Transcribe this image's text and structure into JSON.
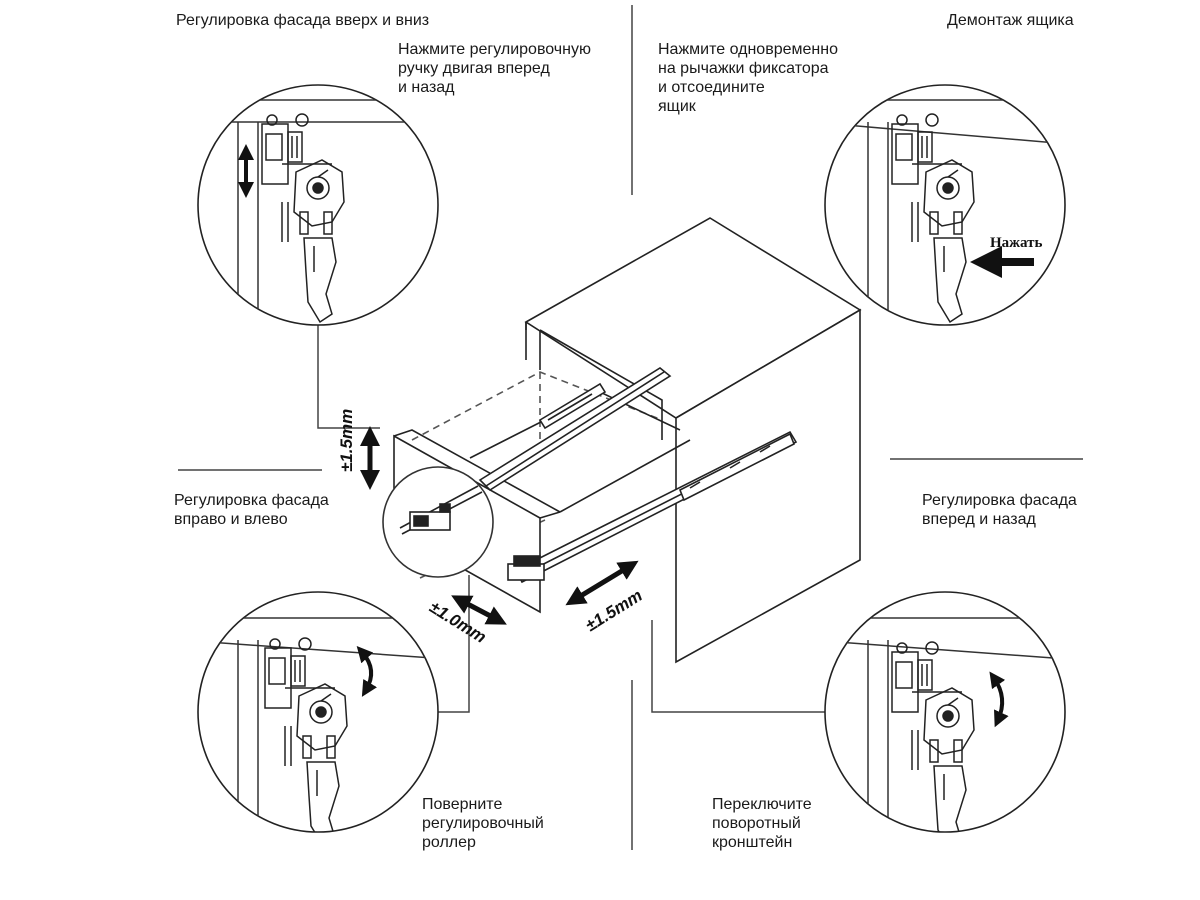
{
  "diagram": {
    "top_left": {
      "title": "Регулировка фасада вверх и вниз",
      "instruction": "Нажмите регулировочную\nручку двигая вперед\nи назад",
      "dimension": "±1.5mm"
    },
    "top_right": {
      "title": "Демонтаж ящика",
      "instruction": "Нажмите одновременно\nна рычажки фиксатора\nи отсоедините\nящик",
      "push_label": "Нажать"
    },
    "bottom_left": {
      "title": "Регулировка фасада\nвправо и влево",
      "instruction": "Поверните\nрегулировочный\nроллер",
      "dimension": "±1.0mm"
    },
    "bottom_right": {
      "title": "Регулировка фасада\nвперед и назад",
      "instruction": "Переключите\nповоротный\nкронштейн",
      "dimension": "±1.5mm"
    }
  }
}
